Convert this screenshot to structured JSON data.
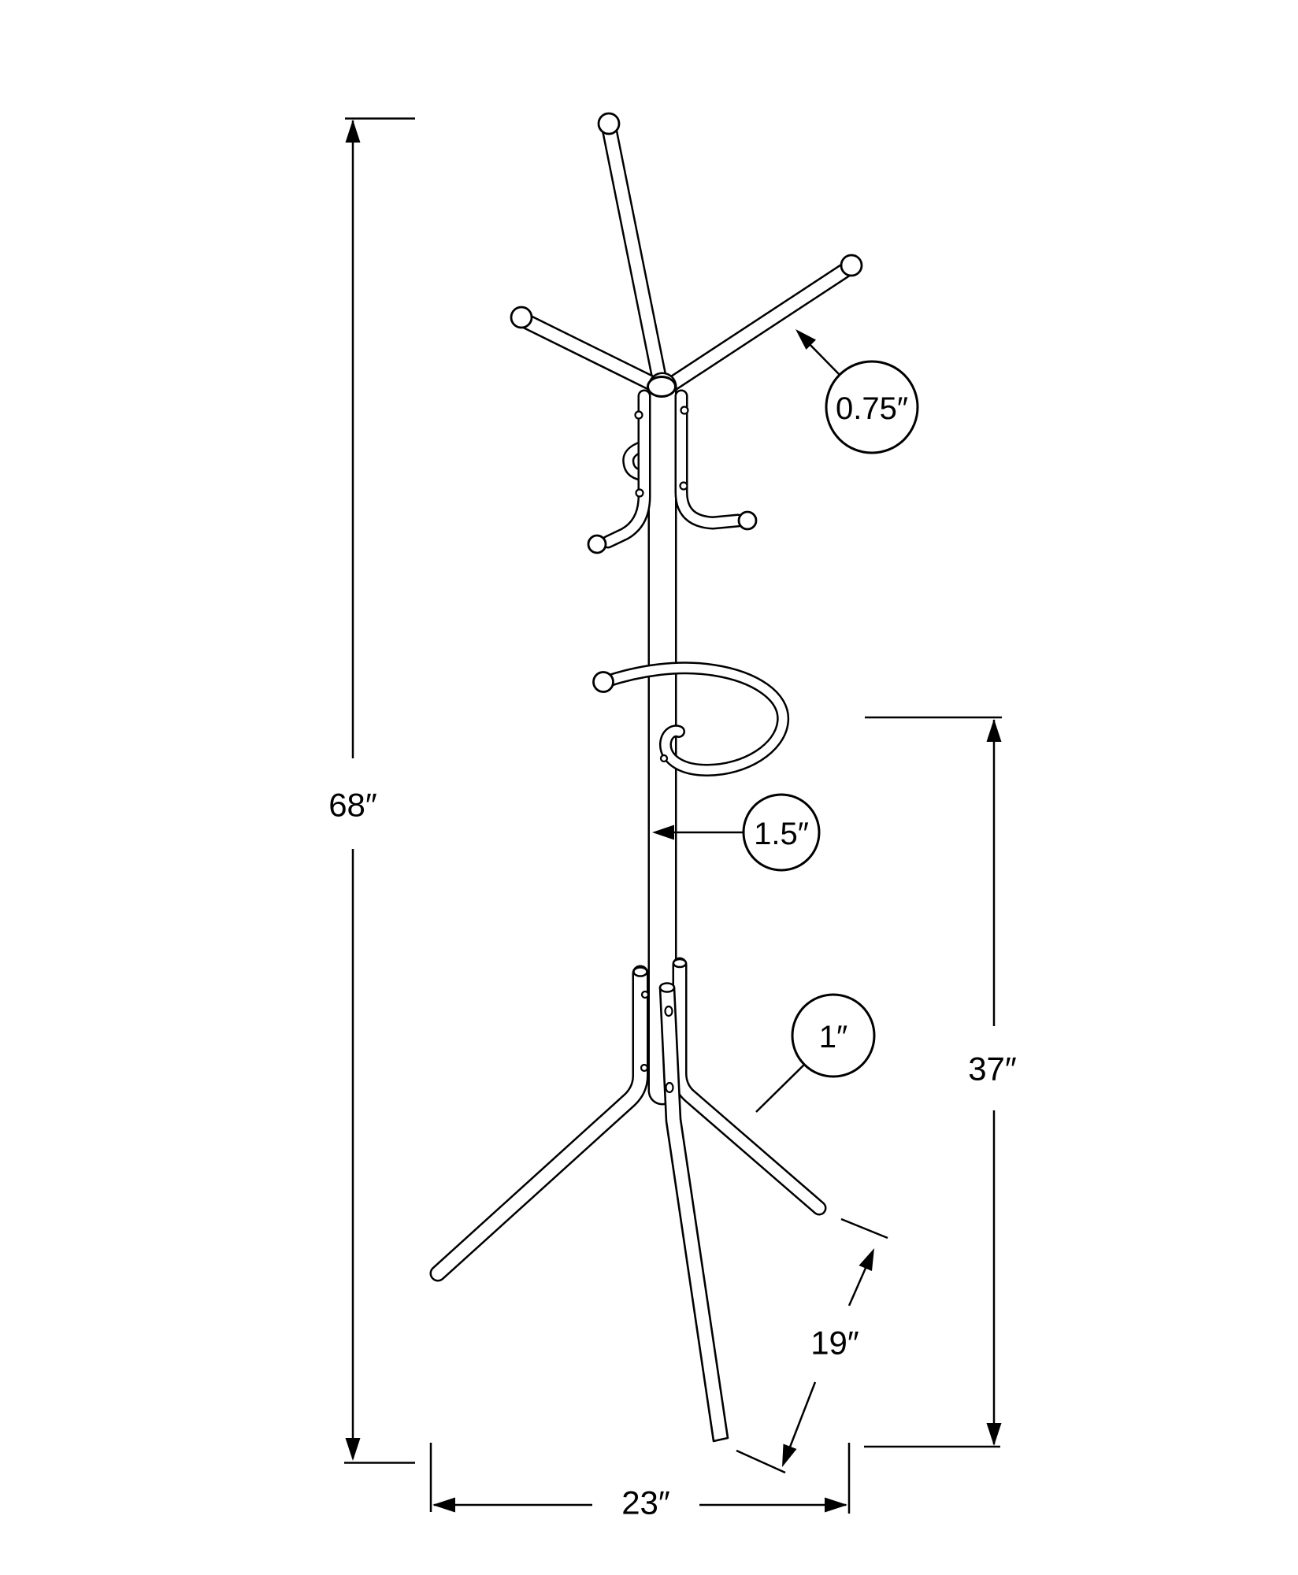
{
  "diagram": {
    "type": "dimension-drawing",
    "subject": "coat-rack",
    "unit": "inches",
    "colors": {
      "background": "#ffffff",
      "line": "#000000"
    },
    "dimensions": {
      "overall_height": "68″",
      "lower_section_height": "37″",
      "base_width": "23″",
      "leg_length": "19″"
    },
    "callouts": {
      "arm_diameter": "0.75″",
      "pole_diameter": "1.5″",
      "leg_diameter": "1″"
    }
  }
}
